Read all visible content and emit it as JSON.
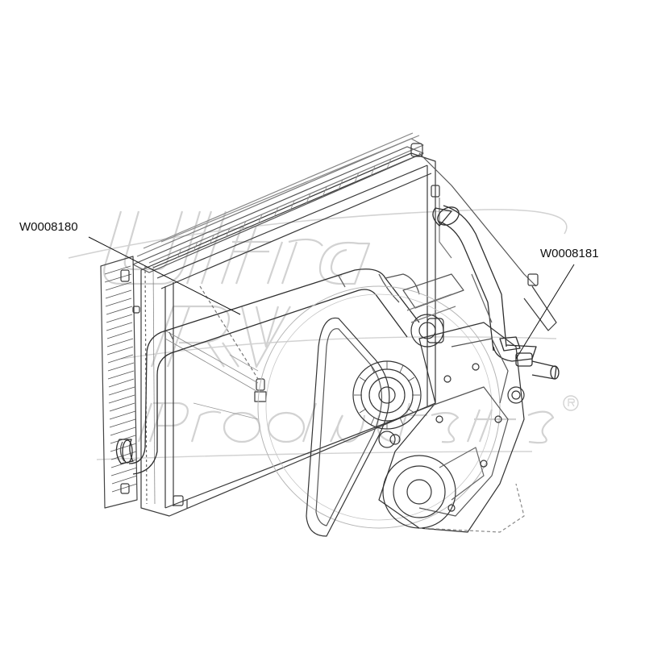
{
  "callouts": [
    {
      "id": "upper-hose",
      "part_number": "W0008180"
    },
    {
      "id": "lower-hose",
      "part_number": "W0008181"
    }
  ],
  "watermark": {
    "text": "Ultra RV Products",
    "mark": "®"
  },
  "colors": {
    "line": "#333333",
    "light_line": "#9a9a9a",
    "watermark": "#d4d4d4",
    "background": "#ffffff"
  }
}
